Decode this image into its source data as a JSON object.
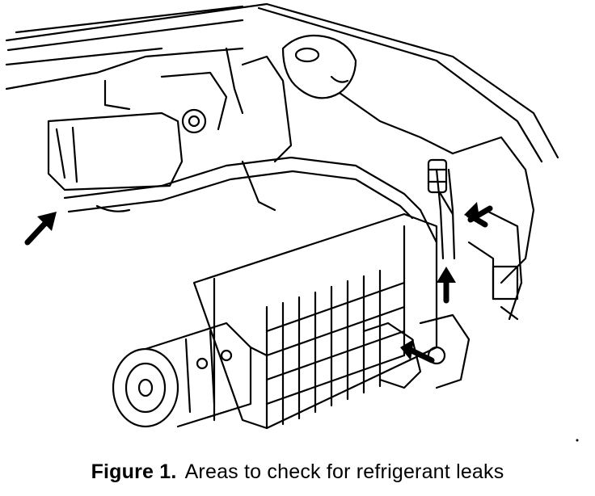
{
  "caption": {
    "label": "Figure 1.",
    "text": "Areas to check for refrigerant leaks"
  },
  "illustration": {
    "subject": "vehicle engine compartment line drawing with A/C compressor, condenser and refrigerant lines",
    "arrow_count": 4,
    "line_color": "#000000",
    "background_color": "#ffffff"
  }
}
